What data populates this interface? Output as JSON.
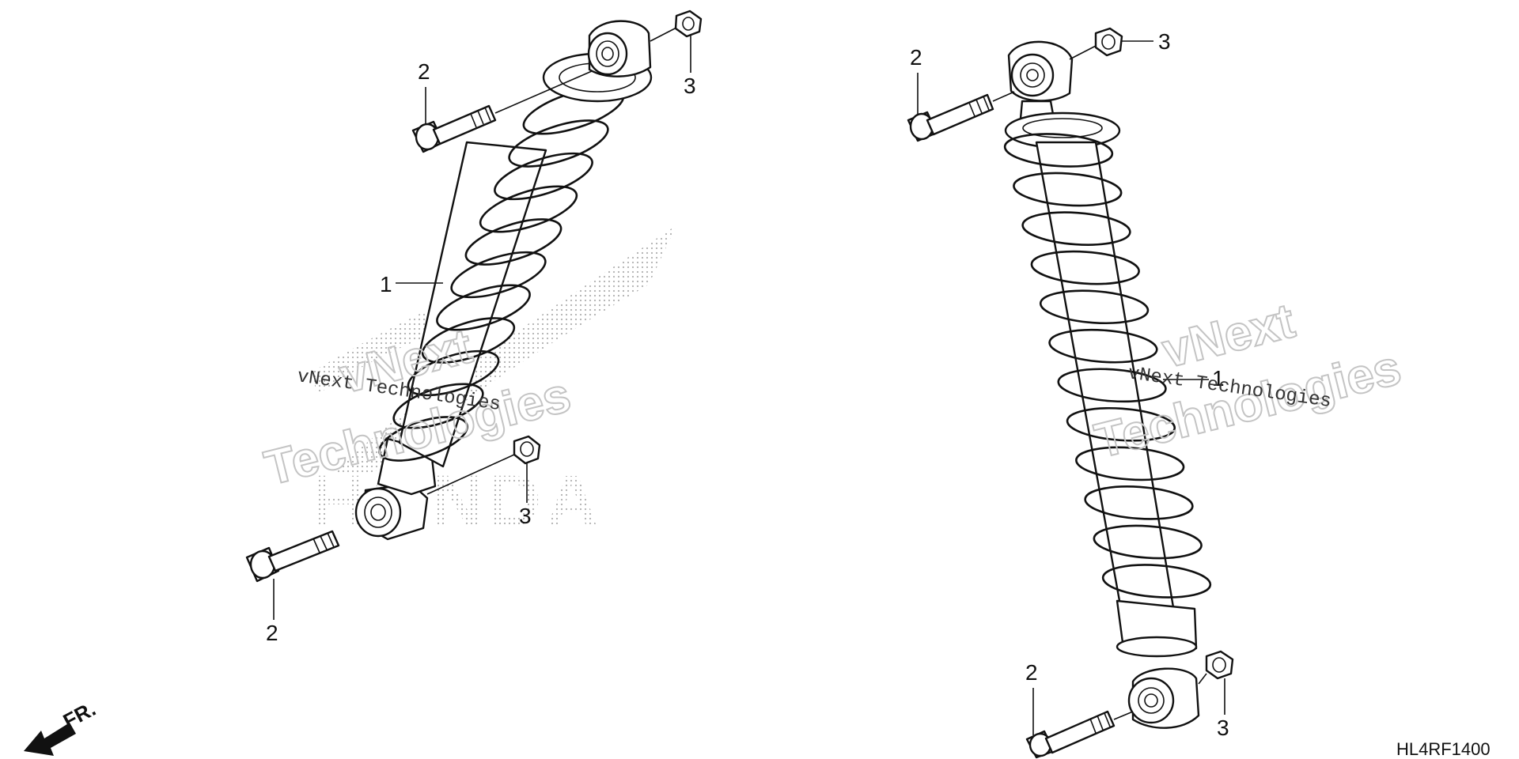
{
  "callouts": {
    "left_spring_1": "1",
    "left_bolt_top_2": "2",
    "left_nut_top_3": "3",
    "left_nut_bottom_3": "3",
    "left_bolt_bottom_2": "2",
    "right_bolt_top_2": "2",
    "right_nut_top_3": "3",
    "right_spring_1": "1",
    "right_bolt_bottom_2": "2",
    "right_nut_bottom_3": "3"
  },
  "direction": {
    "label": "FR."
  },
  "watermarks": {
    "brand_logo": "HONDA",
    "outline_line1": "vNext",
    "outline_line2": "Technologies",
    "mono_text": "vNext Technologies"
  },
  "diagram_code": "HL4RF1400"
}
